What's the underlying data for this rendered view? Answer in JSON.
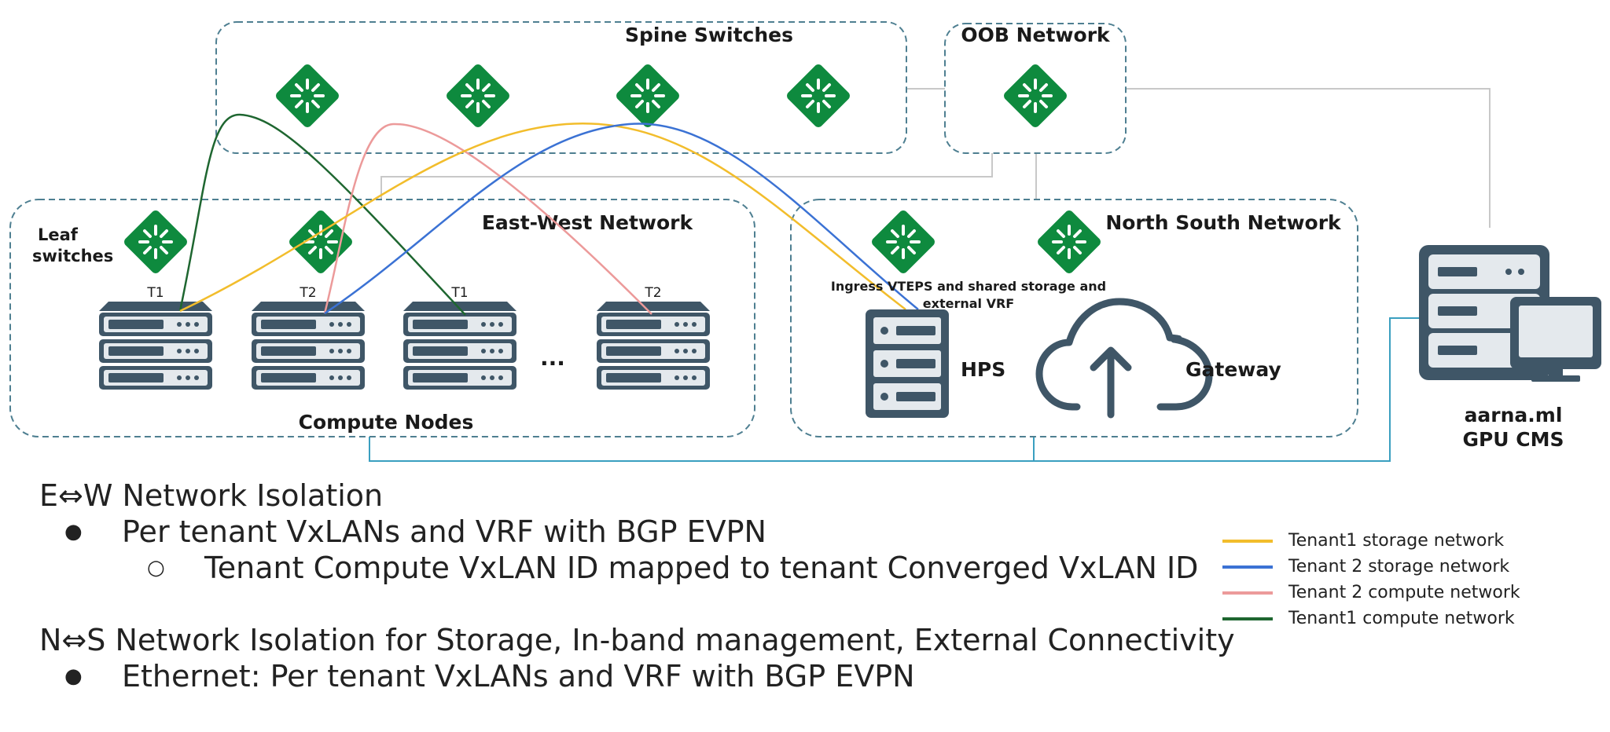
{
  "groups": {
    "spine": "Spine Switches",
    "oob": "OOB Network",
    "east_west": "East-West Network",
    "north_south": "North South Network"
  },
  "labels": {
    "leaf_line1": "Leaf",
    "leaf_line2": "switches",
    "compute_nodes": "Compute Nodes",
    "ellipsis": "...",
    "ingress_line1": "Ingress VTEPS and shared storage and",
    "ingress_line2": "external  VRF",
    "hps": "HPS",
    "gateway": "Gateway",
    "cms_line1": "aarna.ml",
    "cms_line2": "GPU CMS"
  },
  "tenant_tags": [
    "T1",
    "T2",
    "T1",
    "T2"
  ],
  "icons": {
    "switch": "switch-icon",
    "server": "server-rack-icon",
    "cloud": "cloud-upload-icon",
    "workstation": "server-monitor-icon"
  },
  "colors": {
    "switch_green": "#0e8a3e",
    "server_slate": "#3f5667",
    "dash_border": "#4e7f91",
    "mgmt_line": "#c8c8c8",
    "data_line": "#3a9fc0"
  },
  "bullets": {
    "ew_heading": "E⇔W Network Isolation",
    "ew_item": "Per tenant VxLANs and VRF with BGP EVPN",
    "ew_subitem": "Tenant Compute VxLAN ID mapped to tenant Converged VxLAN ID",
    "ns_heading": "N⇔S Network Isolation for Storage, In-band management, External Connectivity",
    "ns_item": "Ethernet: Per tenant VxLANs and VRF with BGP EVPN"
  },
  "legend": [
    {
      "label": "Tenant1 storage network",
      "color": "#f2bd2c"
    },
    {
      "label": "Tenant 2 storage network",
      "color": "#3b72d4"
    },
    {
      "label": "Tenant 2 compute network",
      "color": "#ec9a9a"
    },
    {
      "label": "Tenant1 compute network",
      "color": "#1e6630"
    }
  ]
}
